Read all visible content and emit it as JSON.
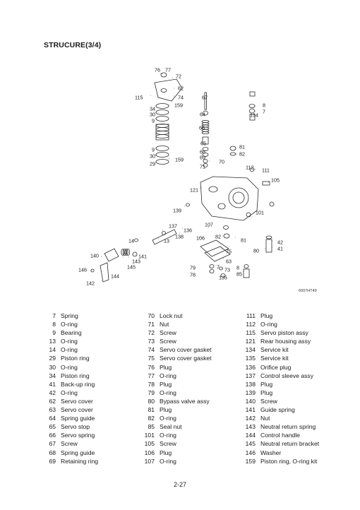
{
  "title": "STRUCURE(3/4)",
  "figure_code": "6007HT49",
  "callouts": [
    "76",
    "77",
    "72",
    "62",
    "115",
    "74",
    "34",
    "159",
    "30",
    "9",
    "9",
    "30",
    "159",
    "29",
    "67",
    "64",
    "134",
    "8",
    "7",
    "66",
    "65",
    "81",
    "82",
    "68",
    "69",
    "70",
    "71",
    "112",
    "111",
    "105",
    "121",
    "139",
    "101",
    "137",
    "107",
    "136",
    "138",
    "106",
    "82",
    "81",
    "42",
    "41",
    "80",
    "75",
    "63",
    "14",
    "13",
    "140",
    "141",
    "143",
    "145",
    "146",
    "144",
    "142",
    "79",
    "78",
    "7",
    "73",
    "8",
    "85",
    "135"
  ],
  "parts": [
    [
      {
        "no": "7",
        "name": "Spring"
      },
      {
        "no": "8",
        "name": "O-ring"
      },
      {
        "no": "9",
        "name": "Bearing"
      },
      {
        "no": "13",
        "name": "O-ring"
      },
      {
        "no": "14",
        "name": "O-ring"
      },
      {
        "no": "29",
        "name": "Piston ring"
      },
      {
        "no": "30",
        "name": "O-ring"
      },
      {
        "no": "34",
        "name": "Piston ring"
      },
      {
        "no": "41",
        "name": "Back-up ring"
      },
      {
        "no": "42",
        "name": "O-ring"
      },
      {
        "no": "62",
        "name": "Servo cover"
      },
      {
        "no": "63",
        "name": "Servo cover"
      },
      {
        "no": "64",
        "name": "Spring guide"
      },
      {
        "no": "65",
        "name": "Servo stop"
      },
      {
        "no": "66",
        "name": "Servo spring"
      },
      {
        "no": "67",
        "name": "Screw"
      },
      {
        "no": "68",
        "name": "Spring guide"
      },
      {
        "no": "69",
        "name": "Retaining ring"
      }
    ],
    [
      {
        "no": "70",
        "name": "Lock nut"
      },
      {
        "no": "71",
        "name": "Nut"
      },
      {
        "no": "72",
        "name": "Screw"
      },
      {
        "no": "73",
        "name": "Screw"
      },
      {
        "no": "74",
        "name": "Servo cover gasket"
      },
      {
        "no": "75",
        "name": "Servo cover gasket"
      },
      {
        "no": "76",
        "name": "Plug"
      },
      {
        "no": "77",
        "name": "O-ring"
      },
      {
        "no": "78",
        "name": "Plug"
      },
      {
        "no": "79",
        "name": "O-ring"
      },
      {
        "no": "80",
        "name": "Bypass valve assy"
      },
      {
        "no": "81",
        "name": "Plug"
      },
      {
        "no": "82",
        "name": "O-ring"
      },
      {
        "no": "85",
        "name": "Seal nut"
      },
      {
        "no": "101",
        "name": "O-ring"
      },
      {
        "no": "105",
        "name": "Screw"
      },
      {
        "no": "106",
        "name": "Plug"
      },
      {
        "no": "107",
        "name": "O-ring"
      }
    ],
    [
      {
        "no": "111",
        "name": "Plug"
      },
      {
        "no": "112",
        "name": "O-ring"
      },
      {
        "no": "115",
        "name": "Servo piston assy"
      },
      {
        "no": "121",
        "name": "Rear housing assy"
      },
      {
        "no": "134",
        "name": "Service kit"
      },
      {
        "no": "135",
        "name": "Service kit"
      },
      {
        "no": "136",
        "name": "Orifice plug"
      },
      {
        "no": "137",
        "name": "Control sleeve assy"
      },
      {
        "no": "138",
        "name": "Plug"
      },
      {
        "no": "139",
        "name": "Plug"
      },
      {
        "no": "140",
        "name": "Screw"
      },
      {
        "no": "141",
        "name": "Guide spring"
      },
      {
        "no": "142",
        "name": "Nut"
      },
      {
        "no": "143",
        "name": "Neutral return spring"
      },
      {
        "no": "144",
        "name": "Control handle"
      },
      {
        "no": "145",
        "name": "Neutral return bracket"
      },
      {
        "no": "146",
        "name": "Washer"
      },
      {
        "no": "159",
        "name": "Piston ring, O-ring kit"
      }
    ]
  ],
  "page_number": "2-27"
}
